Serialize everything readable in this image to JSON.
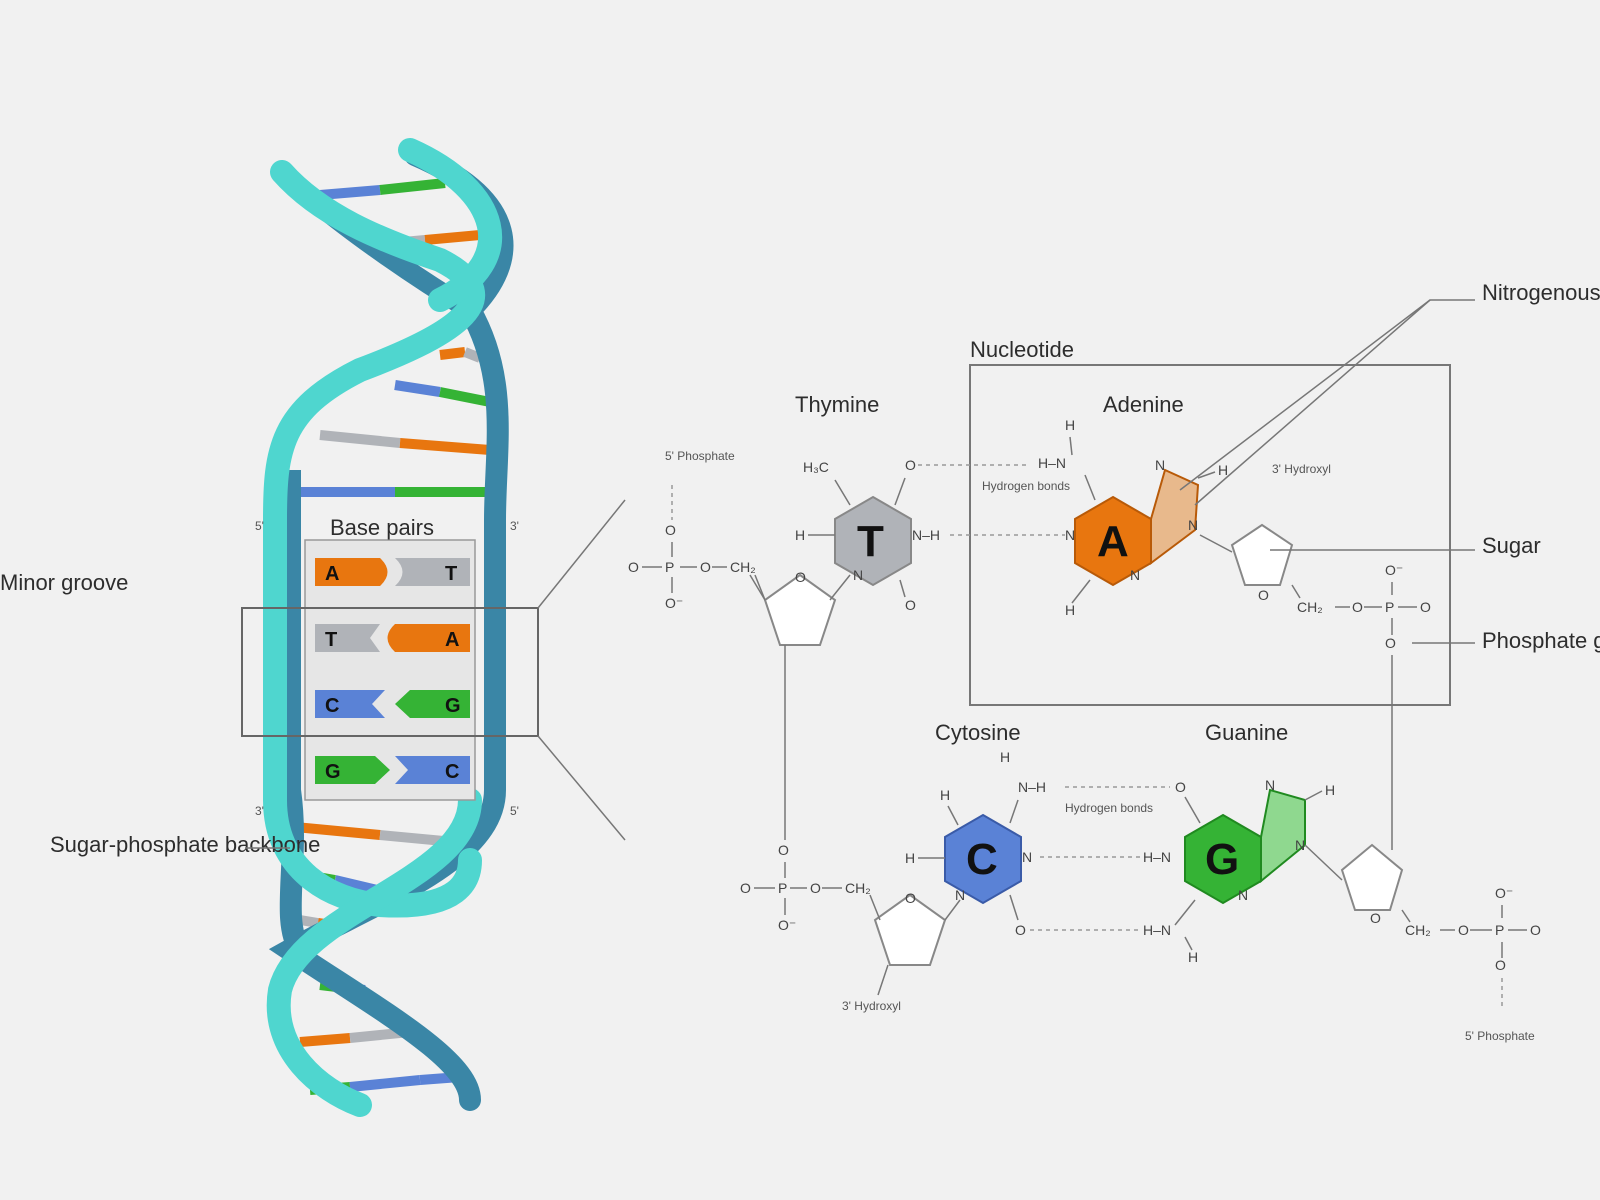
{
  "labels": {
    "minor_groove": "Minor groove",
    "backbone": "Sugar-phosphate backbone",
    "base_pairs": "Base pairs",
    "nucleotide": "Nucleotide",
    "thymine": "Thymine",
    "adenine": "Adenine",
    "cytosine": "Cytosine",
    "guanine": "Guanine",
    "nitrogenous_base": "Nitrogenous base",
    "sugar": "Sugar",
    "phosphate_group": "Phosphate group",
    "hydrogen_bonds": "Hydrogen bonds",
    "phosphate_5": "5' Phosphate",
    "hydroxyl_3": "3' Hydroxyl",
    "prime_3": "3'",
    "prime_5": "5'"
  },
  "base_pairs": [
    {
      "left": "A",
      "right": "T"
    },
    {
      "left": "T",
      "right": "A"
    },
    {
      "left": "C",
      "right": "G"
    },
    {
      "left": "G",
      "right": "C"
    }
  ],
  "bases": {
    "thymine": "T",
    "adenine": "A",
    "cytosine": "C",
    "guanine": "G"
  },
  "colors": {
    "adenine": "#e8760f",
    "thymine": "#b0b3b8",
    "cytosine": "#5a82d6",
    "guanine": "#35b335",
    "adenine_ring2": "#e8b98c",
    "guanine_ring2": "#8fd88f",
    "strand_light": "#4fd6cf",
    "strand_dark": "#3a86a6"
  },
  "atoms": {
    "O": "O",
    "N": "N",
    "H": "H",
    "NH": "N–H",
    "HN": "H–N",
    "P": "P",
    "Ominus": "O⁻",
    "CH2": "CH₂",
    "H3C": "H₃C"
  }
}
